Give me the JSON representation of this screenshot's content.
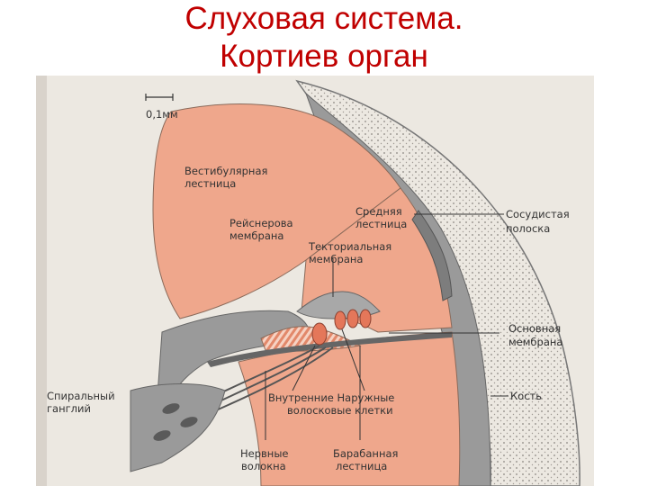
{
  "title": {
    "line1": "Слуховая система.",
    "line2": "Кортиев орган"
  },
  "colors": {
    "title": "#c00000",
    "scala_fill": "#efa78c",
    "tissue_gray": "#9a9a9a",
    "bone_dots": "#e4ddd8",
    "page_bg": "#ece8e1"
  },
  "labels": {
    "scale": "0,1мм",
    "scala_vestibuli": [
      "Вестибулярная",
      "лестница"
    ],
    "reissner": [
      "Рейснерова",
      "мембрана"
    ],
    "scala_media": [
      "Средняя",
      "лестница"
    ],
    "stria_vascularis": [
      "Сосудистая",
      "полоска"
    ],
    "tectorial": [
      "Текториальная",
      "мембрана"
    ],
    "basilar": [
      "Основная",
      "мембрана"
    ],
    "bone": "Кость",
    "spiral_ganglion": [
      "Спиральный",
      "ганглий"
    ],
    "inner_outer_cells": [
      "Внутренние Наружные",
      "волосковые клетки"
    ],
    "nerve_fibers": [
      "Нервные",
      "волокна"
    ],
    "scala_tympani": [
      "Барабанная",
      "лестница"
    ]
  }
}
